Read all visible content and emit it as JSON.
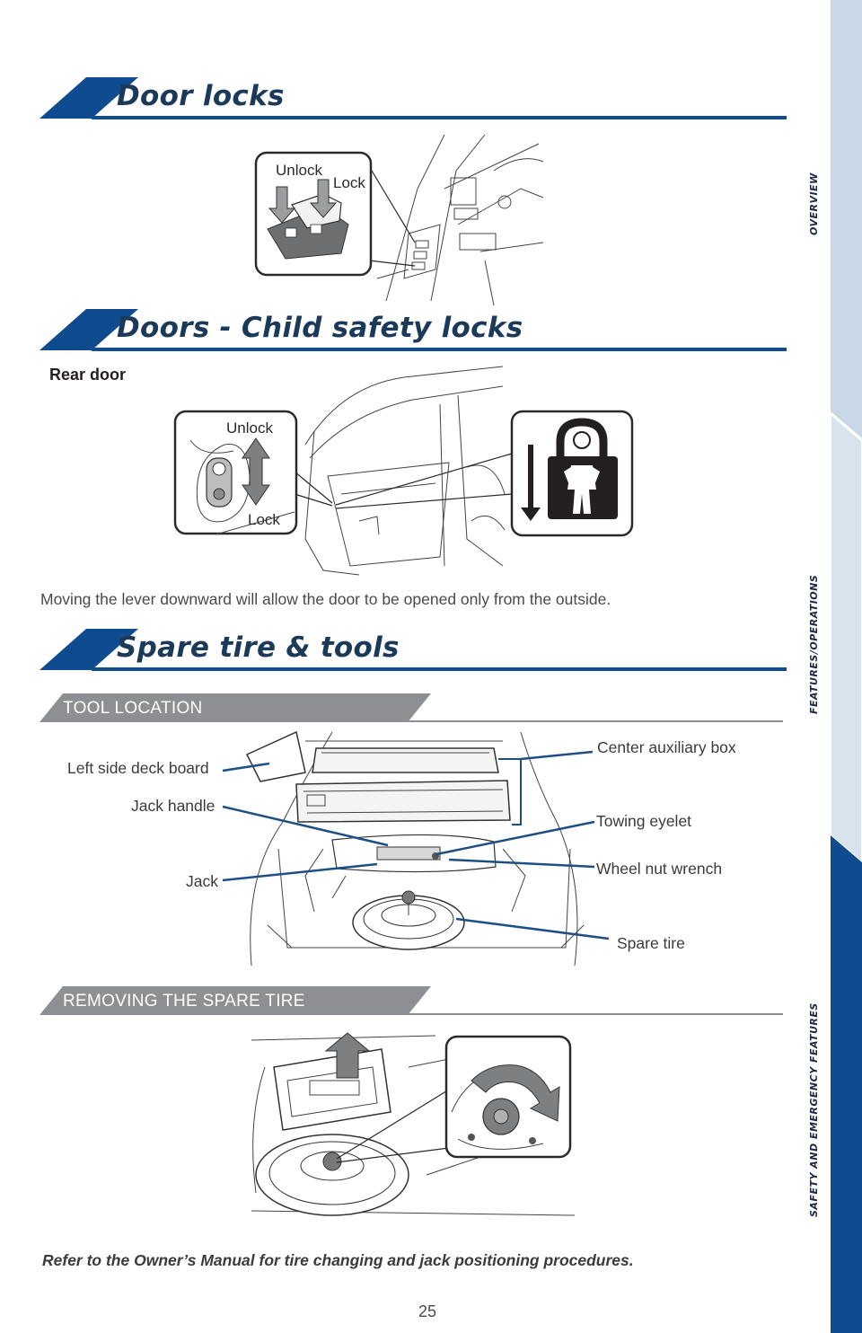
{
  "sidebar": {
    "tabs": [
      "OVERVIEW",
      "FEATURES/OPERATIONS",
      "SAFETY AND EMERGENCY FEATURES"
    ]
  },
  "sections": {
    "door_locks": {
      "title": "Door locks",
      "labels": {
        "unlock": "Unlock",
        "lock": "Lock"
      }
    },
    "child_locks": {
      "title": "Doors - Child safety locks",
      "subtitle": "Rear door",
      "labels": {
        "unlock": "Unlock",
        "lock": "Lock"
      },
      "note": "Moving the lever downward will allow the door to be opened only from the outside."
    },
    "spare_tire": {
      "title": "Spare tire & tools",
      "tool_location": {
        "heading": "TOOL LOCATION",
        "callouts": {
          "left_deck": "Left side deck board",
          "center_box": "Center auxiliary box",
          "jack_handle": "Jack handle",
          "towing_eyelet": "Towing eyelet",
          "jack": "Jack",
          "wrench": "Wheel nut wrench",
          "spare": "Spare tire"
        }
      },
      "removing": {
        "heading": "REMOVING THE SPARE TIRE"
      },
      "footnote": "Refer to the Owner’s Manual for tire changing and jack positioning procedures."
    }
  },
  "page_number": "25",
  "colors": {
    "brand_blue": "#0f4b8f",
    "sidebar_light": "#c9d7e6",
    "tab_gray": "#8d8f92"
  }
}
